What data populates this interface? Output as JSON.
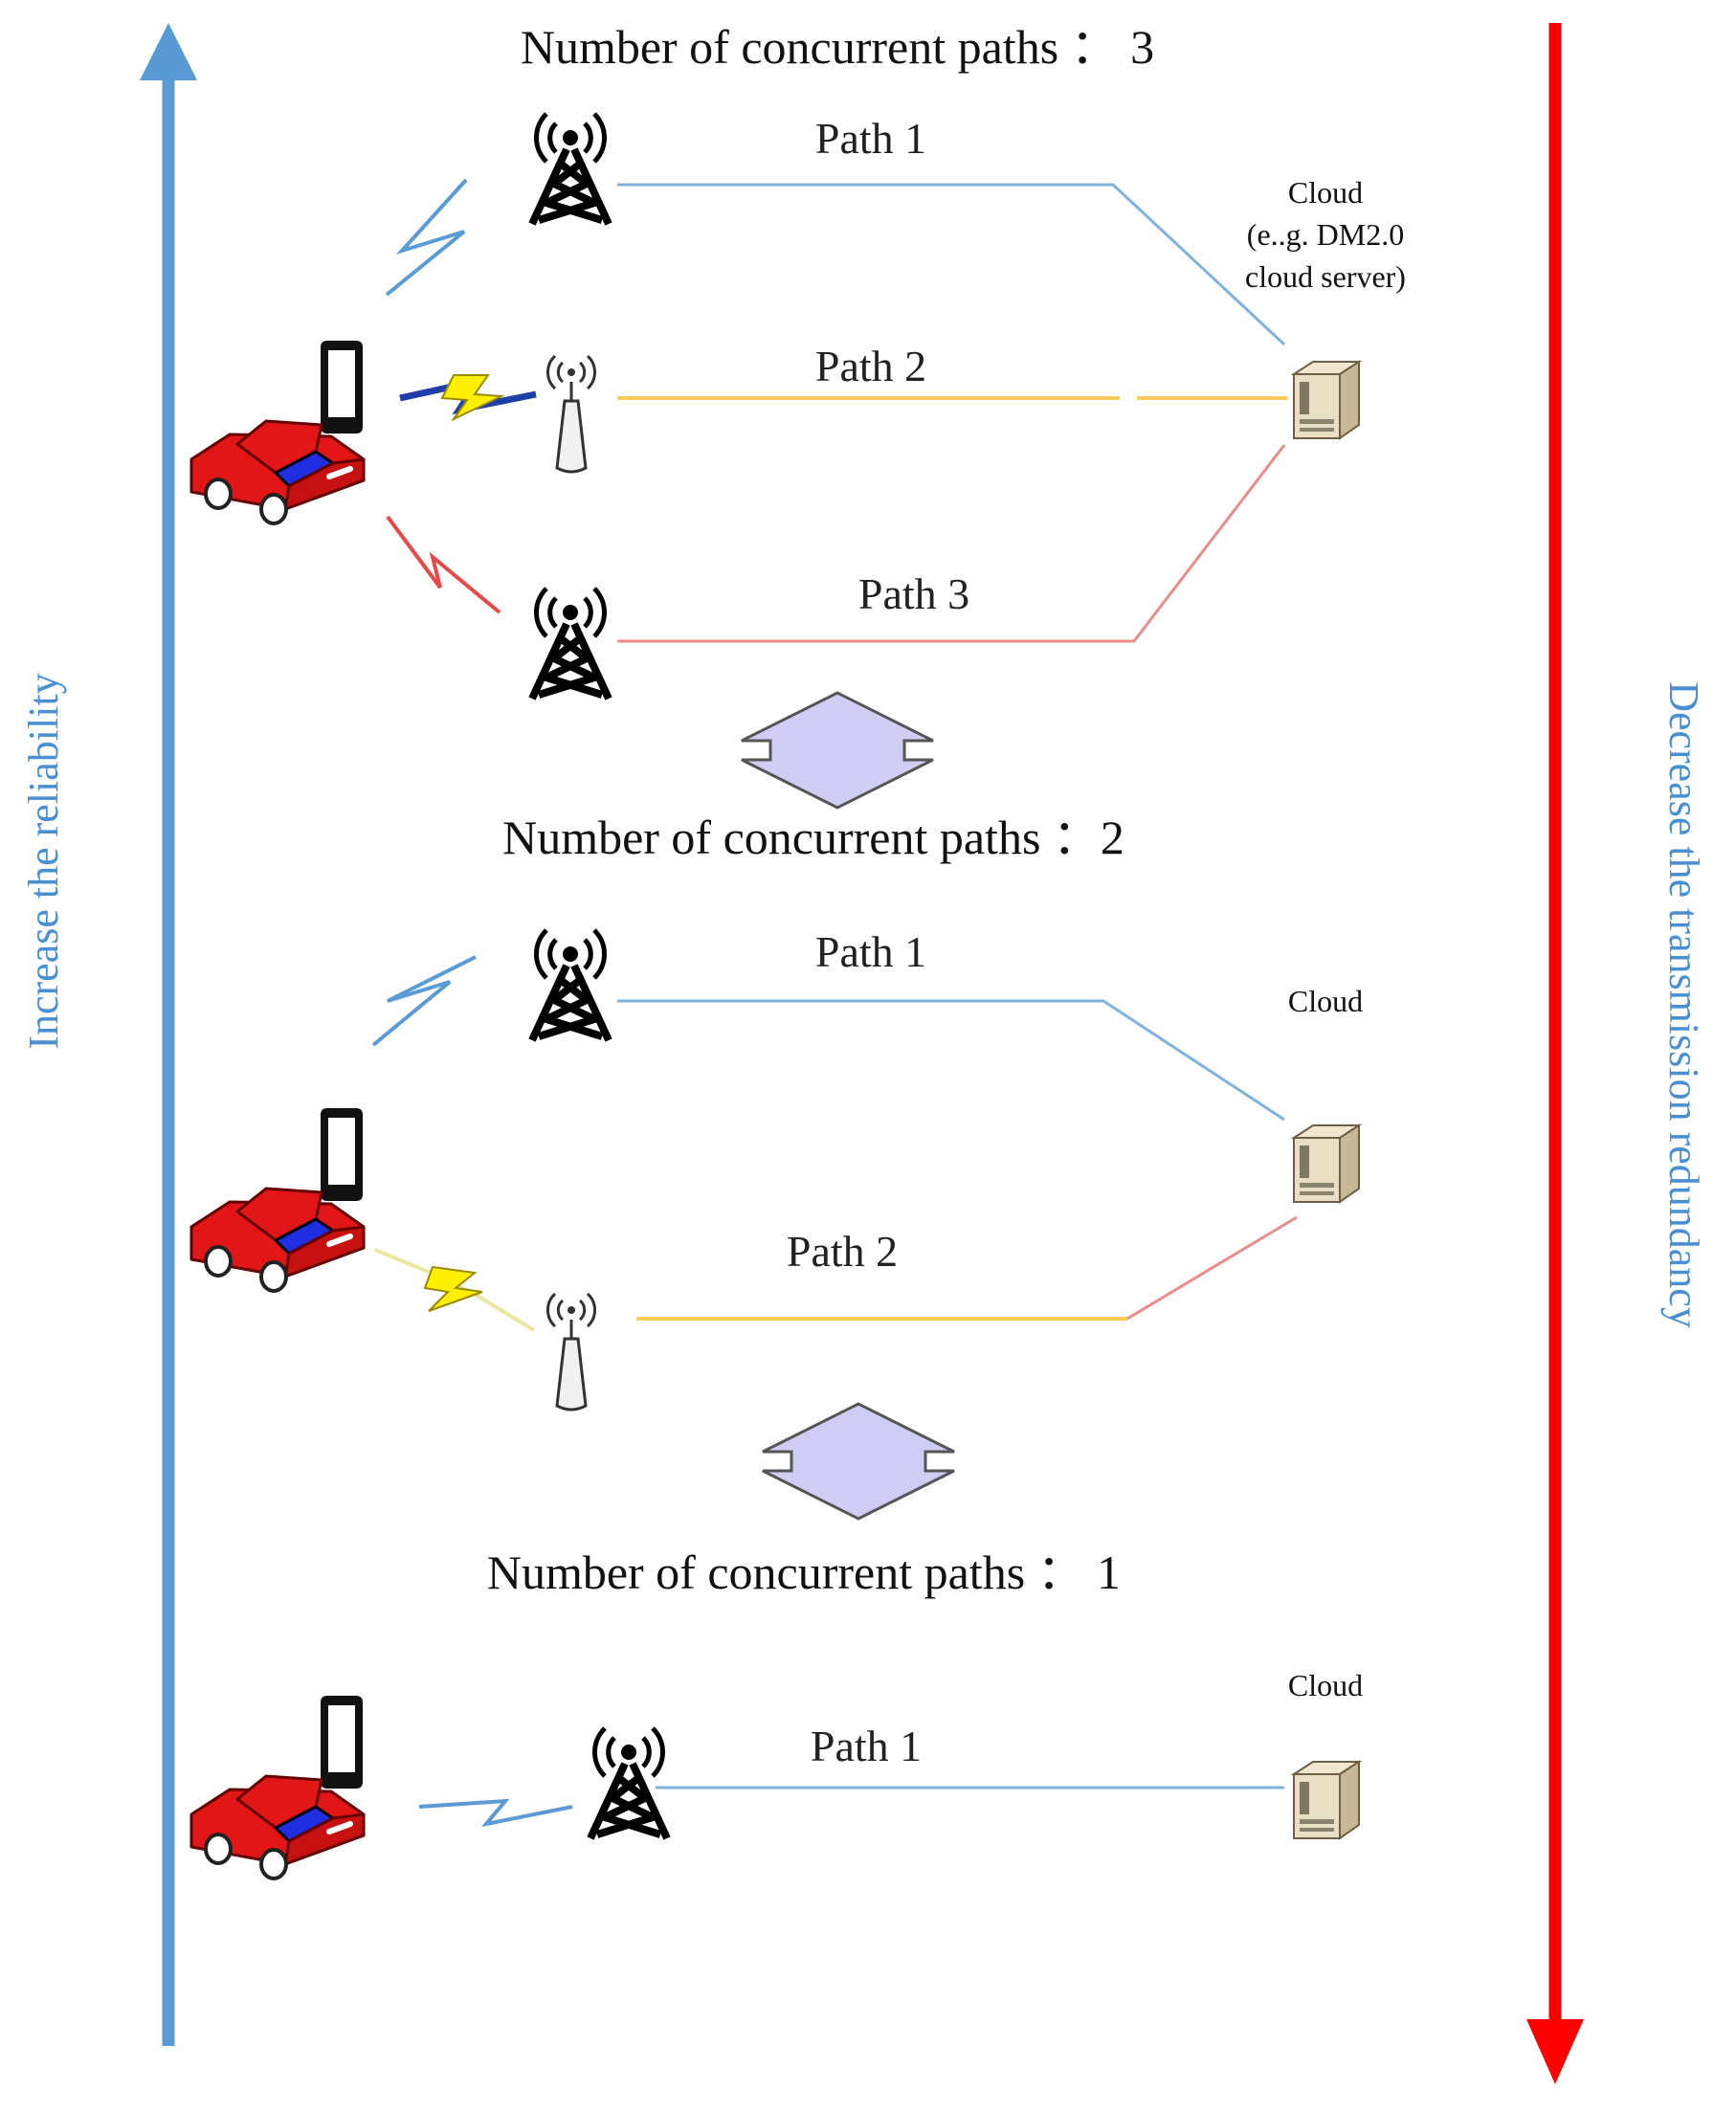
{
  "colors": {
    "blue_arrow": "#5b9bd5",
    "red_arrow": "#ff0000",
    "path_blue": "#7fb3dd",
    "path_yellow": "#ffcc55",
    "path_red": "#ea8c8c",
    "double_arrow_fill": "#cfcdf3",
    "side_text": "#4a90d0"
  },
  "left_axis": {
    "label": "Increase the reliability",
    "icon": "up-arrow"
  },
  "right_axis": {
    "label": "Decrease the transmission redundancy",
    "icon": "down-arrow"
  },
  "sections": [
    {
      "heading": "Number  of concurrent paths ： 3",
      "cloud_label": [
        "Cloud",
        "(e..g. DM2.0",
        "cloud server)"
      ],
      "paths": [
        {
          "label": "Path 1",
          "color": "blue",
          "station": "cell-tower-icon"
        },
        {
          "label": "Path 2",
          "color": "yellow",
          "station": "wifi-access-point-icon"
        },
        {
          "label": "Path 3",
          "color": "red",
          "station": "cell-tower-icon"
        }
      ]
    },
    {
      "heading": "Number  of concurrent paths ：2",
      "cloud_label": [
        "Cloud"
      ],
      "paths": [
        {
          "label": "Path 1",
          "color": "blue",
          "station": "cell-tower-icon"
        },
        {
          "label": "Path 2",
          "color": "yellow",
          "station": "wifi-access-point-icon"
        }
      ]
    },
    {
      "heading": "Number  of concurrent paths ： 1",
      "cloud_label": [
        "Cloud"
      ],
      "paths": [
        {
          "label": "Path 1",
          "color": "blue",
          "station": "cell-tower-icon"
        }
      ]
    }
  ]
}
